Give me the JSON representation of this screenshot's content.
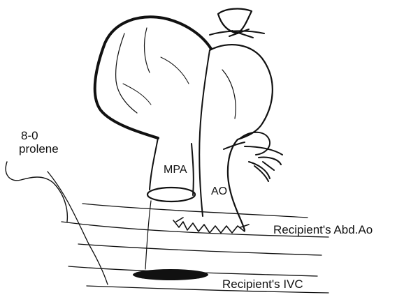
{
  "labels": {
    "suture_line1": "8-0",
    "suture_line2": "prolene",
    "mpa": "MPA",
    "ao": "AO",
    "abdominal_aorta": "Recipient's Abd.Ao",
    "ivc": "Recipient's IVC"
  },
  "colors": {
    "ink": "#111111",
    "background": "#ffffff"
  }
}
